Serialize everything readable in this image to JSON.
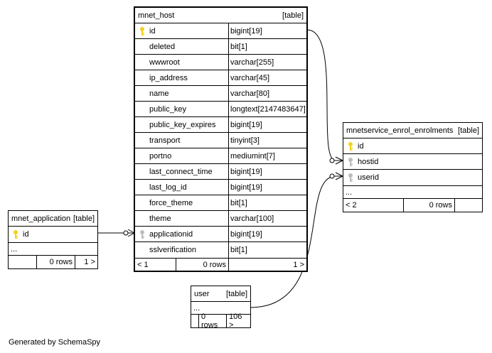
{
  "tables": {
    "mnet_host": {
      "name": "mnet_host",
      "tag": "[table]",
      "columns": [
        {
          "name": "id",
          "type": "bigint[19]",
          "key": "primary"
        },
        {
          "name": "deleted",
          "type": "bit[1]",
          "key": "none"
        },
        {
          "name": "wwwroot",
          "type": "varchar[255]",
          "key": "none"
        },
        {
          "name": "ip_address",
          "type": "varchar[45]",
          "key": "none"
        },
        {
          "name": "name",
          "type": "varchar[80]",
          "key": "none"
        },
        {
          "name": "public_key",
          "type": "longtext[2147483647]",
          "key": "none"
        },
        {
          "name": "public_key_expires",
          "type": "bigint[19]",
          "key": "none"
        },
        {
          "name": "transport",
          "type": "tinyint[3]",
          "key": "none"
        },
        {
          "name": "portno",
          "type": "mediumint[7]",
          "key": "none"
        },
        {
          "name": "last_connect_time",
          "type": "bigint[19]",
          "key": "none"
        },
        {
          "name": "last_log_id",
          "type": "bigint[19]",
          "key": "none"
        },
        {
          "name": "force_theme",
          "type": "bit[1]",
          "key": "none"
        },
        {
          "name": "theme",
          "type": "varchar[100]",
          "key": "none"
        },
        {
          "name": "applicationid",
          "type": "bigint[19]",
          "key": "foreign"
        },
        {
          "name": "sslverification",
          "type": "bit[1]",
          "key": "none"
        }
      ],
      "footer": {
        "parents": "< 1",
        "rows": "0 rows",
        "children": "1 >"
      }
    },
    "mnetservice_enrol_enrolments": {
      "name": "mnetservice_enrol_enrolments",
      "tag": "[table]",
      "columns": [
        {
          "name": "id",
          "key": "primary"
        },
        {
          "name": "hostid",
          "key": "foreign"
        },
        {
          "name": "userid",
          "key": "foreign"
        }
      ],
      "ellipsis": "...",
      "footer": {
        "parents": "< 2",
        "rows": "0 rows"
      }
    },
    "mnet_application": {
      "name": "mnet_application",
      "tag": "[table]",
      "columns": [
        {
          "name": "id",
          "key": "primary"
        }
      ],
      "ellipsis": "...",
      "footer": {
        "rows": "0 rows",
        "children": "1 >"
      }
    },
    "user": {
      "name": "user",
      "tag": "[table]",
      "ellipsis": "...",
      "footer": {
        "rows": "0 rows",
        "children": "106 >"
      }
    }
  },
  "generated_by": "Generated by SchemaSpy",
  "colors": {
    "primary_key": "#f2d21b",
    "foreign_key": "#bdbdbd",
    "line": "#000000"
  }
}
